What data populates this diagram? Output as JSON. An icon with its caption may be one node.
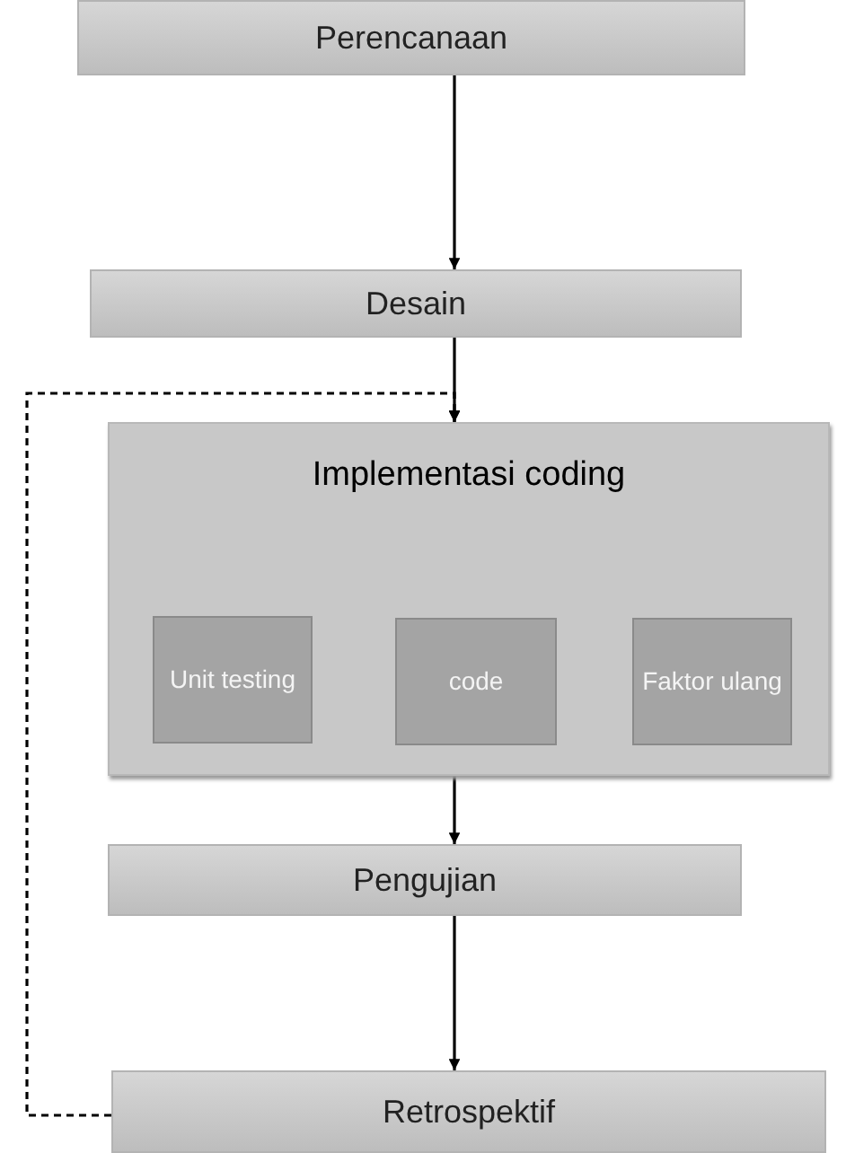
{
  "diagram": {
    "nodes": [
      {
        "text": [
          "Perencanaan"
        ]
      },
      {
        "text": [
          "Desain"
        ]
      },
      {
        "text": [
          "Implementasi coding"
        ]
      },
      {
        "text": [
          "Unit testing"
        ],
        "in": 2
      },
      {
        "text": [
          "code"
        ],
        "in": 2
      },
      {
        "text": [
          "Faktor ulang"
        ],
        "in": 2
      },
      {
        "text": [
          "Pengujian"
        ]
      },
      {
        "text": [
          "Retrospektif"
        ]
      }
    ],
    "edges": [
      {
        "from": 0,
        "to": 1,
        "arrow": "to"
      },
      {
        "from": 1,
        "to": 2,
        "arrow": "to"
      },
      {
        "from": 2,
        "to": 6,
        "arrow": "to"
      },
      {
        "from": 6,
        "to": 7,
        "arrow": "to"
      },
      {
        "from": 7,
        "to": 2,
        "arrow": "to",
        "style": "dashed"
      }
    ]
  }
}
